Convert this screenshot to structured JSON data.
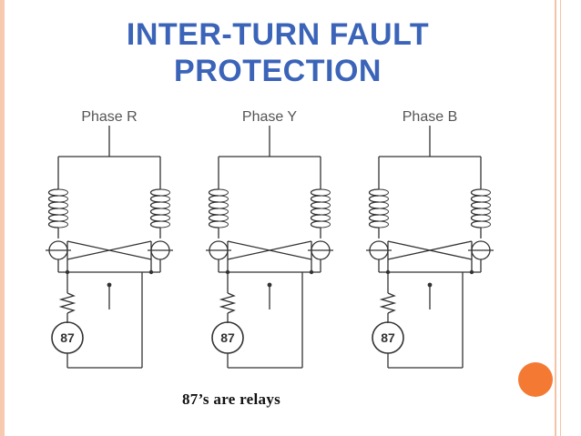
{
  "slide": {
    "title_line1": "INTER-TURN  FAULT",
    "title_line2": "PROTECTION",
    "caption": "87’s are relays",
    "colors": {
      "title": "#3b64b9",
      "accent_border": "#f7c9ae",
      "bullet": "#f47a34",
      "line": "#333333"
    }
  },
  "phases": [
    {
      "label": "Phase R",
      "relay": "87"
    },
    {
      "label": "Phase Y",
      "relay": "87"
    },
    {
      "label": "Phase B",
      "relay": "87"
    }
  ]
}
